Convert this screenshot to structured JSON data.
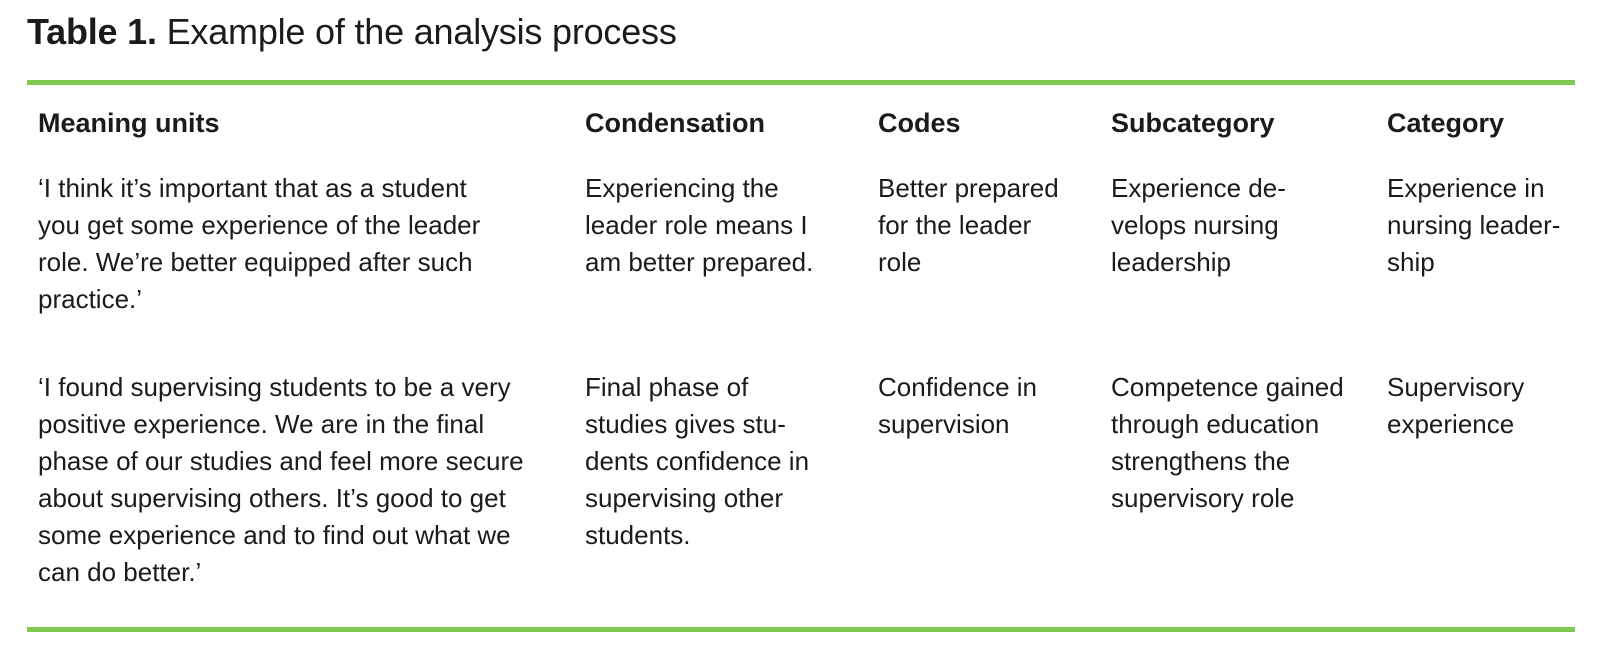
{
  "accent_color": "#7FC94E",
  "title": {
    "label": "Table 1.",
    "text": "Example of the analysis process"
  },
  "table": {
    "columns": [
      "Meaning units",
      "Condensation",
      "Codes",
      "Subcategory",
      "Category"
    ],
    "rows": [
      {
        "meaning_units": "‘I think it’s important that as a student\nyou get some experience of the leader\nrole. We’re better equipped after such\npractice.’",
        "condensation": "Experiencing the\nleader role means I\nam better prepared.",
        "codes": "Better prepared\nfor the leader\nrole",
        "subcategory": "Experience de-\nvelops nursing\nleadership",
        "category": "Experience in\nnursing leader-\nship"
      },
      {
        "meaning_units": "‘I found supervising students to be a very\npositive experience. We are in the final\nphase of our studies and feel more secure\nabout supervising others. It’s good to get\nsome experience and to find out what we\ncan do better.’",
        "condensation": "Final phase of\nstudies gives stu-\ndents confidence in\nsupervising other\nstudents.",
        "codes": "Confidence in\nsupervision",
        "subcategory": "Competence gained\nthrough education\nstrengthens the\nsupervisory role",
        "category": "Supervisory\nexperience"
      }
    ]
  }
}
